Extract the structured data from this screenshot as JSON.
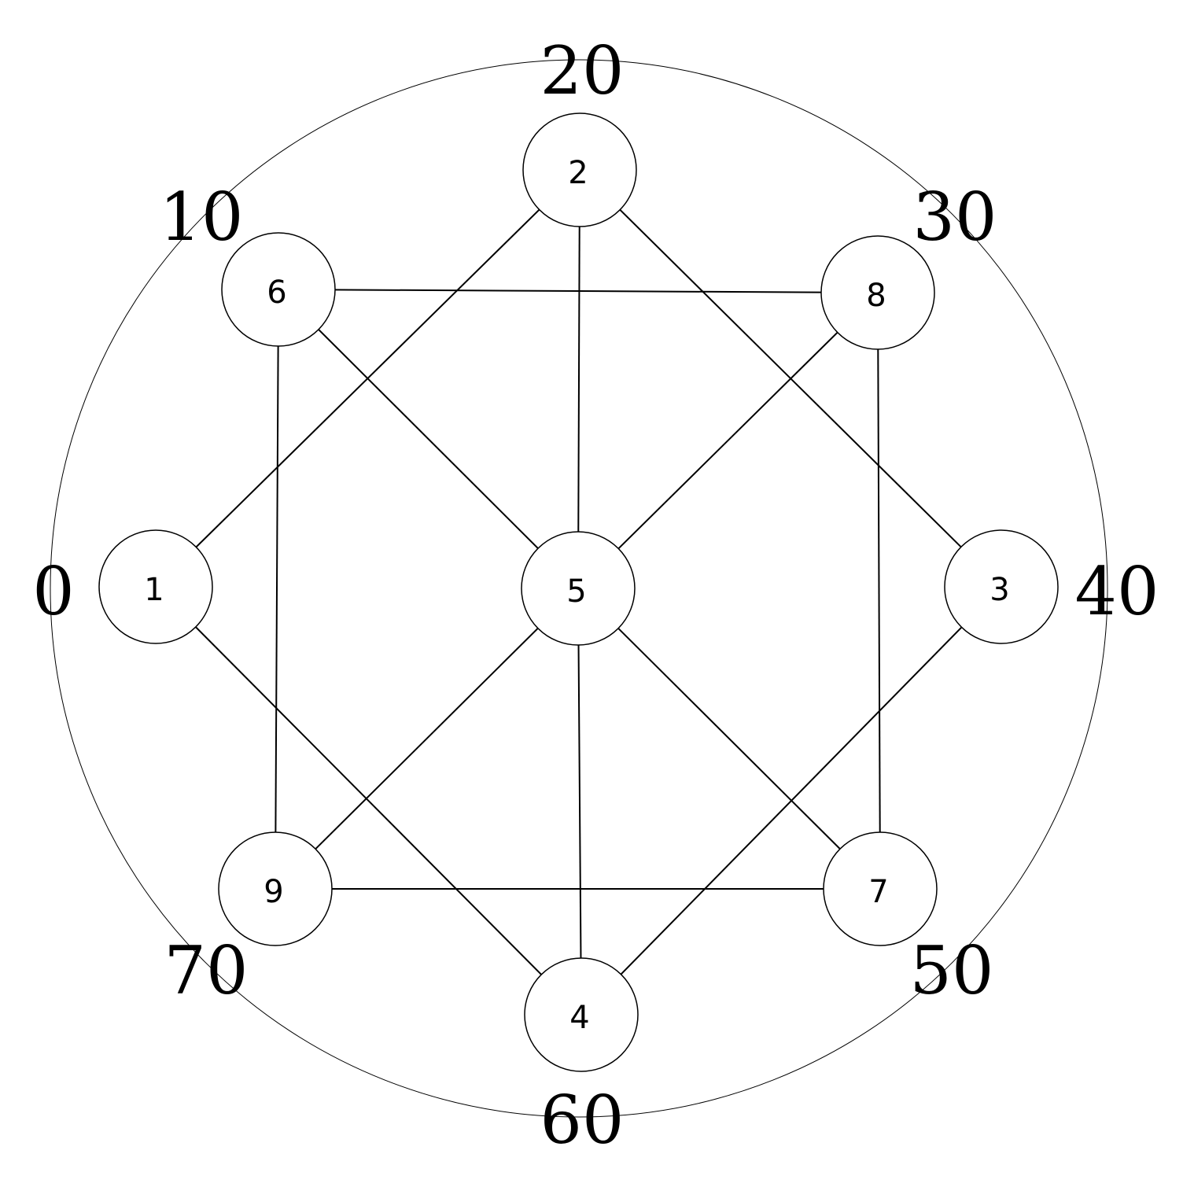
{
  "dial": {
    "labels": [
      "0",
      "10",
      "20",
      "30",
      "40",
      "50",
      "60",
      "70"
    ]
  },
  "nodes": [
    {
      "id": "1",
      "label": "1"
    },
    {
      "id": "2",
      "label": "2"
    },
    {
      "id": "3",
      "label": "3"
    },
    {
      "id": "4",
      "label": "4"
    },
    {
      "id": "5",
      "label": "5"
    },
    {
      "id": "6",
      "label": "6"
    },
    {
      "id": "7",
      "label": "7"
    },
    {
      "id": "8",
      "label": "8"
    },
    {
      "id": "9",
      "label": "9"
    }
  ],
  "edges": [
    [
      "2",
      "1"
    ],
    [
      "2",
      "5"
    ],
    [
      "2",
      "3"
    ],
    [
      "6",
      "8"
    ],
    [
      "6",
      "9"
    ],
    [
      "6",
      "5"
    ],
    [
      "8",
      "5"
    ],
    [
      "8",
      "7"
    ],
    [
      "1",
      "4"
    ],
    [
      "5",
      "9"
    ],
    [
      "5",
      "4"
    ],
    [
      "5",
      "7"
    ],
    [
      "3",
      "4"
    ],
    [
      "9",
      "7"
    ]
  ],
  "colors": {
    "line": "#000000",
    "background": "#ffffff"
  }
}
